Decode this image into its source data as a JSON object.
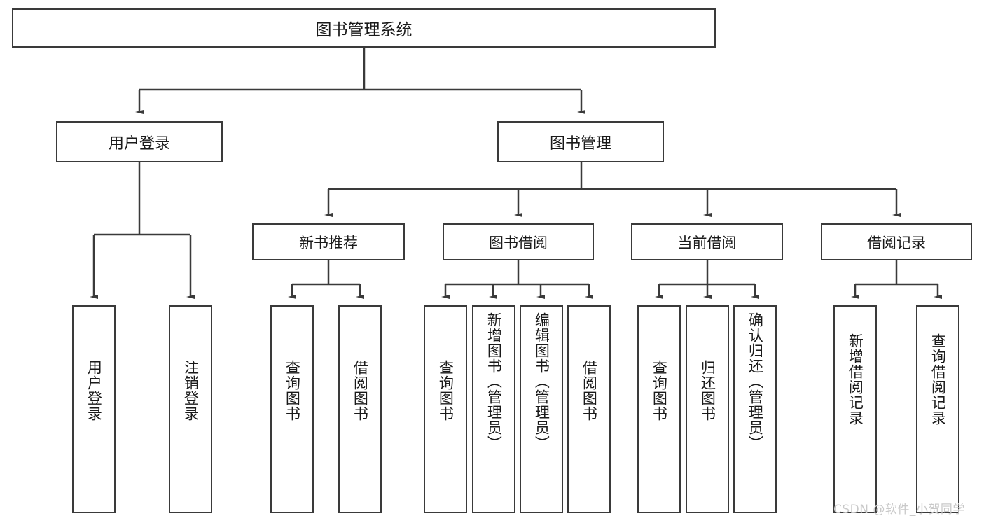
{
  "diagram": {
    "title": "图书管理系统",
    "type": "hierarchy-tree",
    "root": {
      "label": "图书管理系统"
    },
    "level1": [
      {
        "label": "用户登录"
      },
      {
        "label": "图书管理"
      }
    ],
    "level2": [
      {
        "label": "新书推荐"
      },
      {
        "label": "图书借阅"
      },
      {
        "label": "当前借阅"
      },
      {
        "label": "借阅记录"
      }
    ],
    "leaves": [
      {
        "label": "用户登录",
        "parent": "用户登录"
      },
      {
        "label": "注销登录",
        "parent": "用户登录"
      },
      {
        "label": "查询图书",
        "parent": "新书推荐"
      },
      {
        "label": "借阅图书",
        "parent": "新书推荐"
      },
      {
        "label": "查询图书",
        "parent": "图书借阅"
      },
      {
        "label": "新增图书（管理员）",
        "parent": "图书借阅"
      },
      {
        "label": "编辑图书（管理员）",
        "parent": "图书借阅"
      },
      {
        "label": "借阅图书",
        "parent": "图书借阅"
      },
      {
        "label": "查询图书",
        "parent": "当前借阅"
      },
      {
        "label": "归还图书",
        "parent": "当前借阅"
      },
      {
        "label": "确认归还（管理员）",
        "parent": "当前借阅"
      },
      {
        "label": "新增借阅记录",
        "parent": "借阅记录"
      },
      {
        "label": "查询借阅记录",
        "parent": "借阅记录"
      }
    ]
  },
  "watermark": {
    "text": "CSDN @软件_小贺同学"
  },
  "colors": {
    "border": "#3a3a3a",
    "background": "#ffffff",
    "text": "#1a1a1a",
    "watermark": "#c9c9c9"
  }
}
